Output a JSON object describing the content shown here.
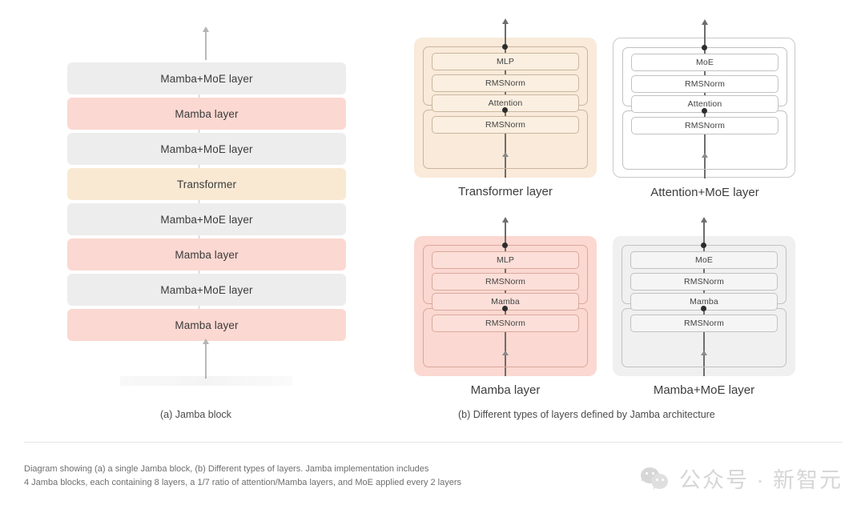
{
  "figure": {
    "caption_a": "(a) Jamba block",
    "caption_b": "(b) Different types of layers defined by Jamba architecture",
    "footer_line1": "Diagram showing (a) a single Jamba block, (b) Different types of layers. Jamba implementation includes",
    "footer_line2": "4 Jamba blocks, each containing 8 layers, a 1/7 ratio of attention/Mamba layers, and MoE applied every 2 layers"
  },
  "colors": {
    "gray_block": "#ededed",
    "pink_block": "#fbd8d1",
    "beige_block": "#f9e9d3",
    "panel_white": "#ffffff",
    "panel_gray": "#f0f0f0",
    "line": "#6d6d6d",
    "text": "#3c3c3c",
    "footer_text": "#6e6e6e",
    "watermark": "#cecece"
  },
  "jamba_block": {
    "layers": [
      {
        "label": "Mamba+MoE layer",
        "kind": "moe"
      },
      {
        "label": "Mamba layer",
        "kind": "mamba"
      },
      {
        "label": "Mamba+MoE layer",
        "kind": "moe"
      },
      {
        "label": "Transformer",
        "kind": "trans"
      },
      {
        "label": "Mamba+MoE layer",
        "kind": "moe"
      },
      {
        "label": "Mamba layer",
        "kind": "mamba"
      },
      {
        "label": "Mamba+MoE layer",
        "kind": "moe"
      },
      {
        "label": "Mamba layer",
        "kind": "mamba"
      }
    ]
  },
  "layer_panels": [
    {
      "id": "transformer",
      "label": "Transformer layer",
      "theme": "beige",
      "upper_group": {
        "top_module": "MLP",
        "bottom_module": "RMSNorm"
      },
      "lower_group": {
        "top_module": "Attention",
        "bottom_module": "RMSNorm"
      }
    },
    {
      "id": "attention-moe",
      "label": "Attention+MoE layer",
      "theme": "white",
      "upper_group": {
        "top_module": "MoE",
        "bottom_module": "RMSNorm"
      },
      "lower_group": {
        "top_module": "Attention",
        "bottom_module": "RMSNorm"
      }
    },
    {
      "id": "mamba",
      "label": "Mamba layer",
      "theme": "pink",
      "upper_group": {
        "top_module": "MLP",
        "bottom_module": "RMSNorm"
      },
      "lower_group": {
        "top_module": "Mamba",
        "bottom_module": "RMSNorm"
      }
    },
    {
      "id": "mamba-moe",
      "label": "Mamba+MoE layer",
      "theme": "gray",
      "upper_group": {
        "top_module": "MoE",
        "bottom_module": "RMSNorm"
      },
      "lower_group": {
        "top_module": "Mamba",
        "bottom_module": "RMSNorm"
      }
    }
  ],
  "watermark": {
    "text": "公众号 · 新智元",
    "icon": "wechat-icon"
  }
}
